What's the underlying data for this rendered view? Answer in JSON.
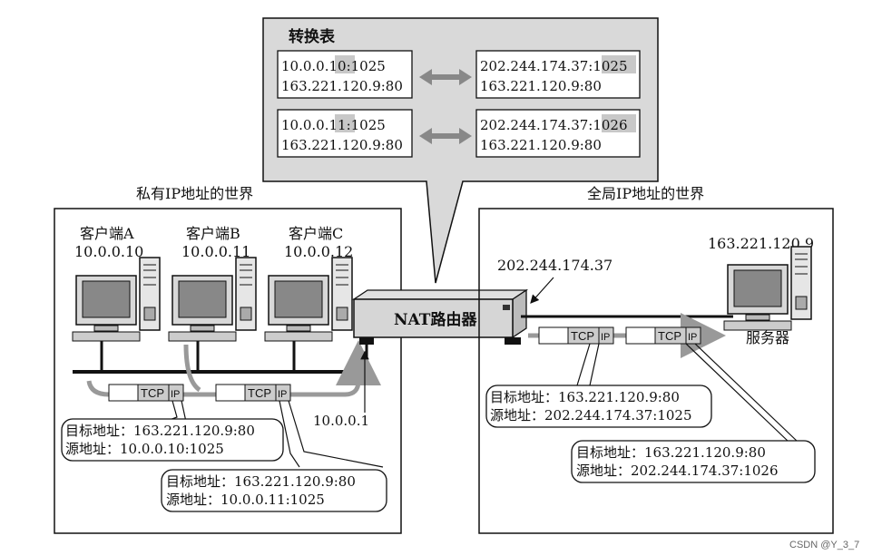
{
  "translation_table": {
    "title": "转换表",
    "row1": {
      "private_pre": "10.0.0.",
      "private_hl": "10",
      "private_post": ":1025",
      "dest_left": "163.221.120.9:80",
      "global_pre": "202.244.174.37:",
      "global_hl": "1025",
      "dest_right": "163.221.120.9:80"
    },
    "row2": {
      "private_pre": "10.0.0.",
      "private_hl": "11",
      "private_post": ":1025",
      "dest_left": "163.221.120.9:80",
      "global_pre": "202.244.174.37:",
      "global_hl": "1026",
      "dest_right": "163.221.120.9:80"
    }
  },
  "private_world": {
    "title": "私有IP地址的世界",
    "clients": [
      {
        "name": "客户端A",
        "ip": "10.0.0.10"
      },
      {
        "name": "客户端B",
        "ip": "10.0.0.11"
      },
      {
        "name": "客户端C",
        "ip": "10.0.0.12"
      }
    ],
    "router_inner_ip": "10.0.0.1",
    "packet1": {
      "dst": "目标地址：163.221.120.9:80",
      "src": "源地址：10.0.0.10:1025"
    },
    "packet2": {
      "dst": "目标地址：163.221.120.9:80",
      "src": "源地址：10.0.0.11:1025"
    }
  },
  "global_world": {
    "title": "全局IP地址的世界",
    "server_ip": "163.221.120.9",
    "server_label": "服务器",
    "router_outer_ip": "202.244.174.37",
    "packet1": {
      "dst": "目标地址：163.221.120.9:80",
      "src": "源地址：202.244.174.37:1025"
    },
    "packet2": {
      "dst": "目标地址：163.221.120.9:80",
      "src": "源地址：202.244.174.37:1026"
    }
  },
  "router_label": "NAT路由器",
  "packet_labels": {
    "tcp": "TCP",
    "ip": "IP"
  },
  "watermark": "CSDN @Y_3_7"
}
